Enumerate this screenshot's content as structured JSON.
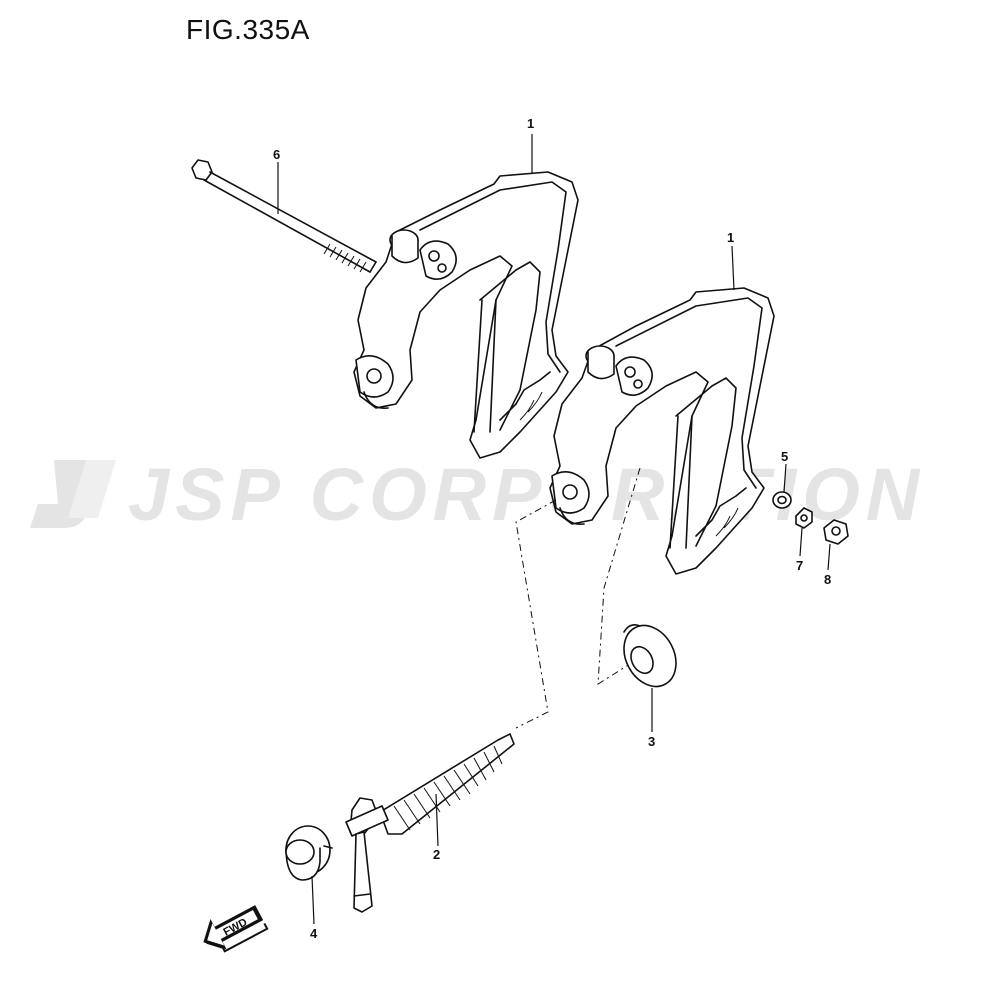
{
  "figure": {
    "title": "FIG.335A"
  },
  "watermark": {
    "text": "JSP CORPORATION"
  },
  "callouts": [
    {
      "id": "bracket-upper",
      "number": "1"
    },
    {
      "id": "bracket-lower",
      "number": "1"
    },
    {
      "id": "clamp-screw",
      "number": "2"
    },
    {
      "id": "clamp-pad",
      "number": "3"
    },
    {
      "id": "cap",
      "number": "4"
    },
    {
      "id": "washer",
      "number": "5"
    },
    {
      "id": "bolt",
      "number": "6"
    },
    {
      "id": "washer-small",
      "number": "7"
    },
    {
      "id": "nut",
      "number": "8"
    }
  ],
  "fwd_arrow": {
    "label": "FWD"
  }
}
